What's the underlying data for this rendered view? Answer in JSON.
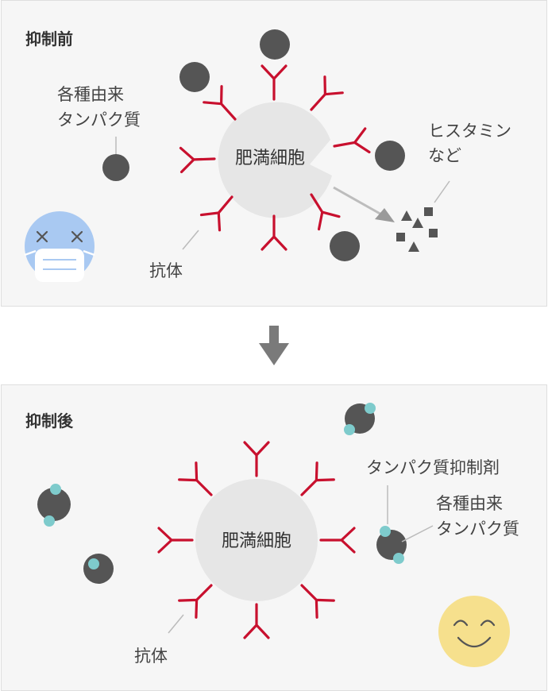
{
  "before": {
    "title": "抑制前",
    "mast_cell_label": "肥満細胞",
    "protein_label_line1": "各種由来",
    "protein_label_line2": "タンパク質",
    "histamine_label_line1": "ヒスタミン",
    "histamine_label_line2": "など",
    "antibody_label": "抗体",
    "face_state": "sick-face-with-mask"
  },
  "after": {
    "title": "抑制後",
    "mast_cell_label": "肥満細胞",
    "inhibitor_label": "タンパク質抑制剤",
    "protein_label_line1": "各種由来",
    "protein_label_line2": "タンパク質",
    "antibody_label": "抗体",
    "face_state": "smiling-face"
  },
  "colors": {
    "antibody": "#c8102e",
    "protein": "#555555",
    "inhibitor": "#7ecbcc",
    "mast_cell": "#e6e6e6",
    "arrow": "#7a7a7a",
    "sick_face": "#a9c9f2",
    "happy_face": "#f6e08d"
  }
}
